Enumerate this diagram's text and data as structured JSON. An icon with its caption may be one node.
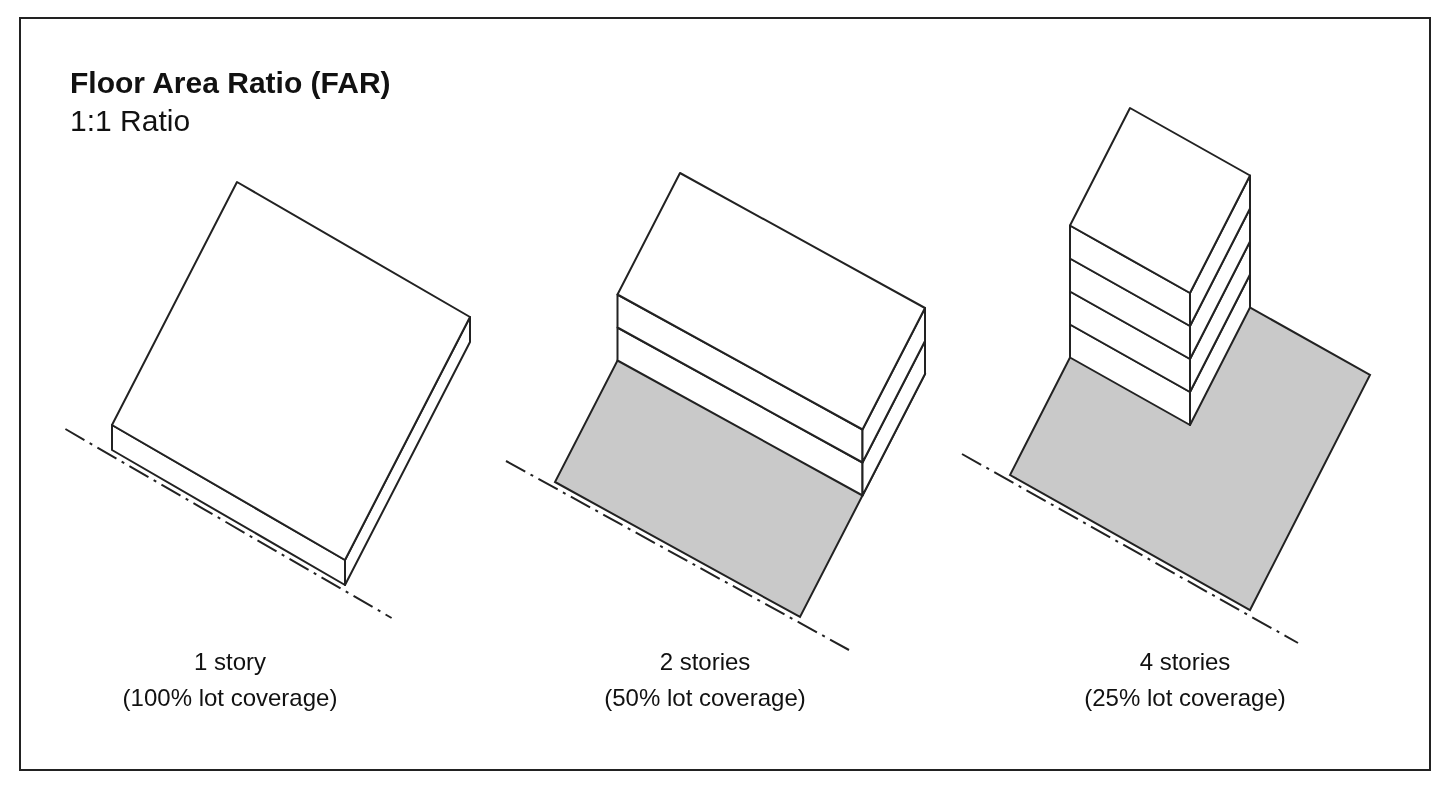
{
  "diagram": {
    "title": "Floor Area Ratio (FAR)",
    "labels": [
      "1:1 Ratio",
      "1 story",
      "(100% lot coverage)",
      "2 stories",
      "(50% lot coverage)",
      "4 stories",
      "(25% lot coverage)"
    ]
  }
}
